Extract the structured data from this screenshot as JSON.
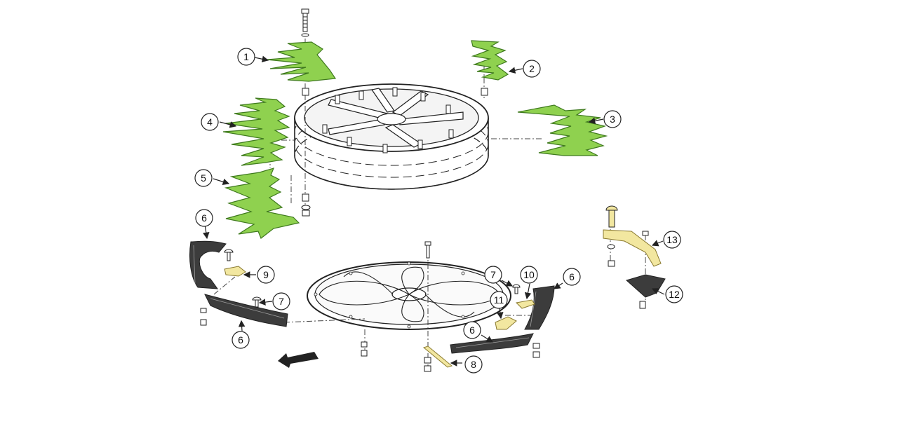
{
  "colors": {
    "finger": "#8fd14f",
    "finger_stroke": "#3f7a1e",
    "knife": "#3c3c3c",
    "bracket": "#f2e7a0",
    "bracket_stroke": "#8a7a30",
    "line": "#222222",
    "hardware": "#dddddd"
  },
  "callouts": [
    {
      "id": "c1",
      "label": "1"
    },
    {
      "id": "c2",
      "label": "2"
    },
    {
      "id": "c3",
      "label": "3"
    },
    {
      "id": "c4",
      "label": "4"
    },
    {
      "id": "c5",
      "label": "5"
    },
    {
      "id": "c6a",
      "label": "6"
    },
    {
      "id": "c6b",
      "label": "6"
    },
    {
      "id": "c6c",
      "label": "6"
    },
    {
      "id": "c6d",
      "label": "6"
    },
    {
      "id": "c7a",
      "label": "7"
    },
    {
      "id": "c7b",
      "label": "7"
    },
    {
      "id": "c8",
      "label": "8"
    },
    {
      "id": "c9",
      "label": "9"
    },
    {
      "id": "c10",
      "label": "10"
    },
    {
      "id": "c11",
      "label": "11"
    },
    {
      "id": "c12",
      "label": "12"
    },
    {
      "id": "c13",
      "label": "13"
    }
  ],
  "icons": {
    "direction": "direction-arrow-icon"
  }
}
